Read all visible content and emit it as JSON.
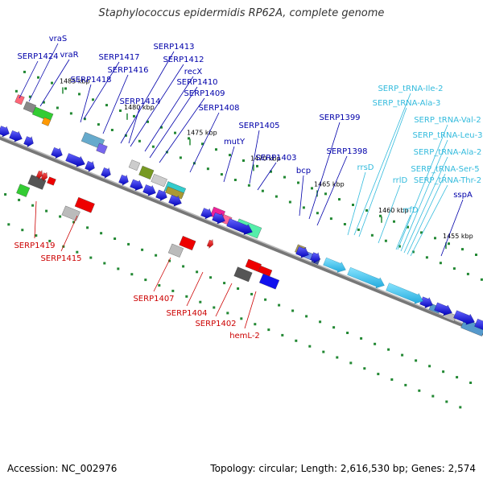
{
  "title": "Staphylococcus epidermidis RP62A, complete genome",
  "footer": {
    "accession": "Accession: NC_002976",
    "summary": "Topology: circular; Length: 2,616,530 bp; Genes: 2,574"
  },
  "colors": {
    "top_label": "#0000aa",
    "bottom_label": "#cc0000",
    "rna_label": "#33bbdd",
    "forward_cds": "#0000ee",
    "reverse_cds": "#dd0000",
    "rna": "#44ccee",
    "backbone": "#888888",
    "tick": "#228833"
  },
  "ticks": [
    "1485 kbp",
    "1480 kbp",
    "1475 kbp",
    "1470 kbp",
    "1465 kbp",
    "1460 kbp",
    "1455 kbp"
  ],
  "labels_top": [
    "vraS",
    "vraR",
    "SERP1424",
    "SERP1417",
    "SERP1418",
    "SERP1416",
    "SERP1413",
    "SERP1412",
    "recX",
    "SERP1410",
    "SERP1409",
    "SERP1414",
    "SERP1408",
    "SERP1405",
    "mutY",
    "SERP1403",
    "SERP1399",
    "SERP1398",
    "bcp",
    "sspA"
  ],
  "labels_bottom": [
    "SERP1419",
    "SERP1415",
    "SERP1407",
    "SERP1404",
    "SERP1402",
    "hemL-2"
  ],
  "labels_rna": [
    "SERP_tRNA-Ile-2",
    "SERP_tRNA-Ala-3",
    "SERP_tRNA-Val-2",
    "SERP_tRNA-Leu-3",
    "SERP_tRNA-Ala-2",
    "SERP_tRNA-Ser-5",
    "SERP_tRNA-Thr-2",
    "rrsD",
    "rrlD",
    "rrfD"
  ]
}
